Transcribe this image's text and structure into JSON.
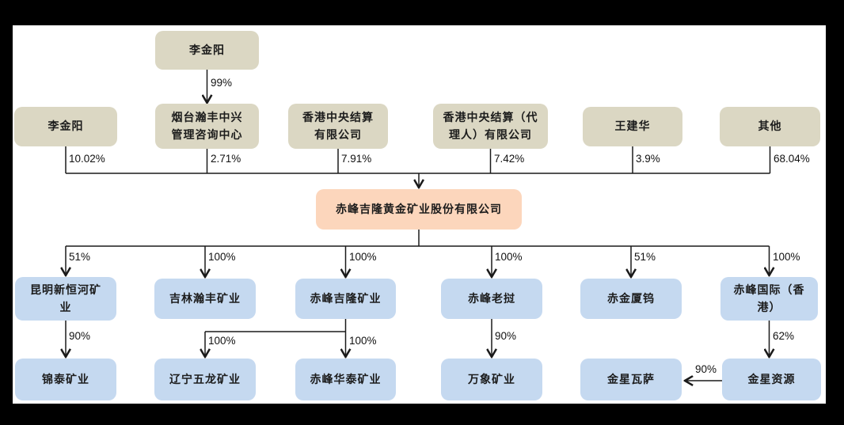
{
  "diagram": {
    "colors": {
      "holder_box": "#dbd7c3",
      "company_box": "#fcd6bc",
      "subsidiary_box": "#c5d9f0",
      "line": "#1a1a1a",
      "background": "#ffffff",
      "frame": "#000000"
    },
    "ultimate": {
      "name": "李金阳",
      "pct_to_yantai": "99%"
    },
    "shareholders": [
      {
        "name": "李金阳",
        "pct": "10.02%"
      },
      {
        "name": "烟台瀚丰中兴\n管理咨询中心",
        "pct": "2.71%"
      },
      {
        "name": "香港中央结算\n有限公司",
        "pct": "7.91%"
      },
      {
        "name": "香港中央结算（代\n理人）有限公司",
        "pct": "7.42%"
      },
      {
        "name": "王建华",
        "pct": "3.9%"
      },
      {
        "name": "其他",
        "pct": "68.04%"
      }
    ],
    "company": {
      "name": "赤峰吉隆黄金矿业股份有限公司"
    },
    "subsidiaries": [
      {
        "name": "昆明新恒河矿\n业",
        "pct": "51%"
      },
      {
        "name": "吉林瀚丰矿业",
        "pct": "100%"
      },
      {
        "name": "赤峰吉隆矿业",
        "pct": "100%"
      },
      {
        "name": "赤峰老挝",
        "pct": "100%"
      },
      {
        "name": "赤金厦钨",
        "pct": "51%"
      },
      {
        "name": "赤峰国际（香\n港）",
        "pct": "100%"
      }
    ],
    "grandchildren": [
      {
        "name": "锦泰矿业",
        "pct": "90%",
        "parent": "昆明新恒河矿业"
      },
      {
        "name": "辽宁五龙矿业",
        "pct": "100%",
        "parent": "赤峰吉隆矿业"
      },
      {
        "name": "赤峰华泰矿业",
        "pct": "100%",
        "parent": "赤峰吉隆矿业"
      },
      {
        "name": "万象矿业",
        "pct": "90%",
        "parent": "赤峰老挝"
      },
      {
        "name": "金星瓦萨",
        "pct": "90%",
        "parent": "金星资源"
      },
      {
        "name": "金星资源",
        "pct": "62%",
        "parent": "赤峰国际（香港）"
      }
    ]
  }
}
